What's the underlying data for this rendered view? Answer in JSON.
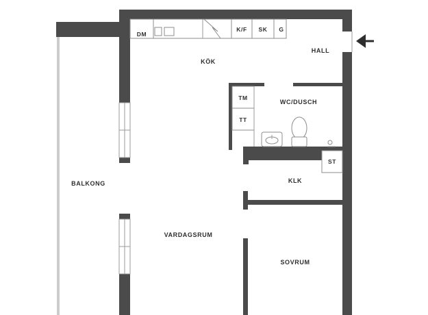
{
  "floor_plan": {
    "rooms": {
      "kok": "KÖK",
      "hall": "HALL",
      "wc_dusch": "WC/DUSCH",
      "balkong": "BALKONG",
      "klk": "KLK",
      "vardagsrum": "VARDAGSRUM",
      "sovrum": "SOVRUM"
    },
    "fixtures": {
      "dm": "DM",
      "kf": "K/F",
      "sk": "SK",
      "g": "G",
      "tm": "TM",
      "tt": "TT",
      "st": "ST"
    },
    "entrance_icon": "arrow-left-icon",
    "colors": {
      "wall": "#4b4b4b",
      "fixture_outline": "#8c8c8c",
      "background": "#ffffff",
      "text": "#2e2e2e"
    }
  }
}
